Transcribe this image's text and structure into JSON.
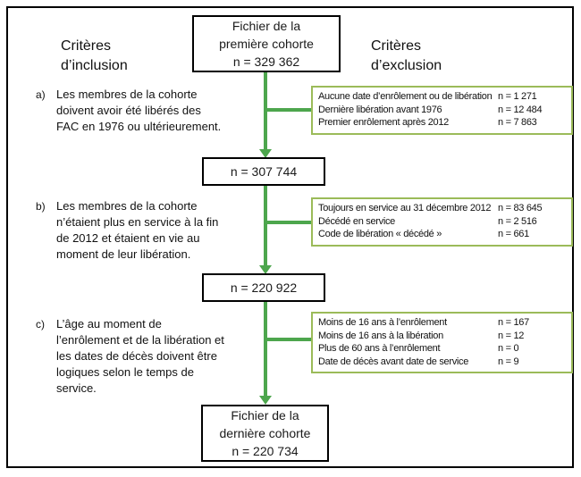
{
  "colors": {
    "arrow": "#4DA64D",
    "exclusion_box_border": "#9BBB59",
    "flow_box_border": "#000000"
  },
  "headers": {
    "inclusion": "Critères d’inclusion",
    "exclusion": "Critères d’exclusion"
  },
  "flow": {
    "top_box": {
      "lines": [
        "Fichier de la",
        "première cohorte",
        "n = 329 362"
      ]
    },
    "after_a": "n = 307 744",
    "after_b": "n = 220 922",
    "final_box": {
      "lines": [
        "Fichier de la",
        "dernière cohorte",
        "n = 220 734"
      ]
    }
  },
  "inclusion_criteria": [
    {
      "label": "a)",
      "text": "Les membres de la cohorte doivent avoir été libérés des FAC en 1976 ou ultérieurement."
    },
    {
      "label": "b)",
      "text": "Les membres de la cohorte n’étaient plus en service à la fin de 2012 et étaient en vie au moment de leur libération."
    },
    {
      "label": "c)",
      "text": "L’âge au moment de l’enrôlement et de la libération et les dates de décès doivent être logiques selon le temps de service."
    }
  ],
  "exclusion_boxes": [
    {
      "rows": [
        {
          "label": "Aucune date d’enrôlement ou de libération",
          "value": "n = 1 271"
        },
        {
          "label": "Dernière libération avant 1976",
          "value": "n = 12 484"
        },
        {
          "label": "Premier enrôlement après 2012",
          "value": "n = 7 863"
        }
      ]
    },
    {
      "rows": [
        {
          "label": "Toujours en service au 31 décembre 2012",
          "value": "n = 83 645"
        },
        {
          "label": "Décédé en service",
          "value": "n = 2 516"
        },
        {
          "label": "Code de libération « décédé »",
          "value": "n = 661"
        }
      ]
    },
    {
      "rows": [
        {
          "label": "Moins de 16 ans à l’enrôlement",
          "value": "n = 167"
        },
        {
          "label": "Moins de 16 ans à la libération",
          "value": "n = 12"
        },
        {
          "label": "Plus de 60 ans à l’enrôlement",
          "value": "n = 0"
        },
        {
          "label": "Date de décès avant date de service",
          "value": "n = 9"
        }
      ]
    }
  ]
}
